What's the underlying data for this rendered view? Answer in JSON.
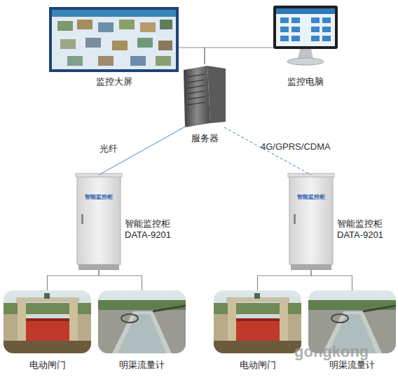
{
  "diagram": {
    "nodes": [
      {
        "text": [
          "监控大屏"
        ]
      },
      {
        "text": [
          "监控电脑"
        ]
      },
      {
        "text": [
          "服务器"
        ]
      },
      {
        "text": [
          "智能监控柜",
          "智能监控柜 DATA-9201"
        ]
      },
      {
        "text": [
          "智能监控柜",
          "智能监控柜 DATA-9201"
        ]
      },
      {
        "text": [
          "电动闸门"
        ]
      },
      {
        "text": [
          "明渠流量计"
        ]
      },
      {
        "text": [
          "电动闸门"
        ]
      },
      {
        "text": [
          "明渠流量计"
        ]
      }
    ],
    "edges": [
      {
        "from": 0,
        "to": 2,
        "arrow": "none"
      },
      {
        "from": 1,
        "to": 2,
        "arrow": "none"
      },
      {
        "from": 2,
        "to": 3,
        "label": "光纤",
        "arrow": "none"
      },
      {
        "from": 2,
        "to": 4,
        "label": "4G/GPRS/CDMA",
        "arrow": "none"
      },
      {
        "from": 3,
        "to": 5,
        "arrow": "none"
      },
      {
        "from": 3,
        "to": 6,
        "arrow": "none"
      },
      {
        "from": 4,
        "to": 7,
        "arrow": "none"
      },
      {
        "from": 4,
        "to": 8,
        "arrow": "none"
      }
    ],
    "labels": [
      "gongkong"
    ]
  }
}
